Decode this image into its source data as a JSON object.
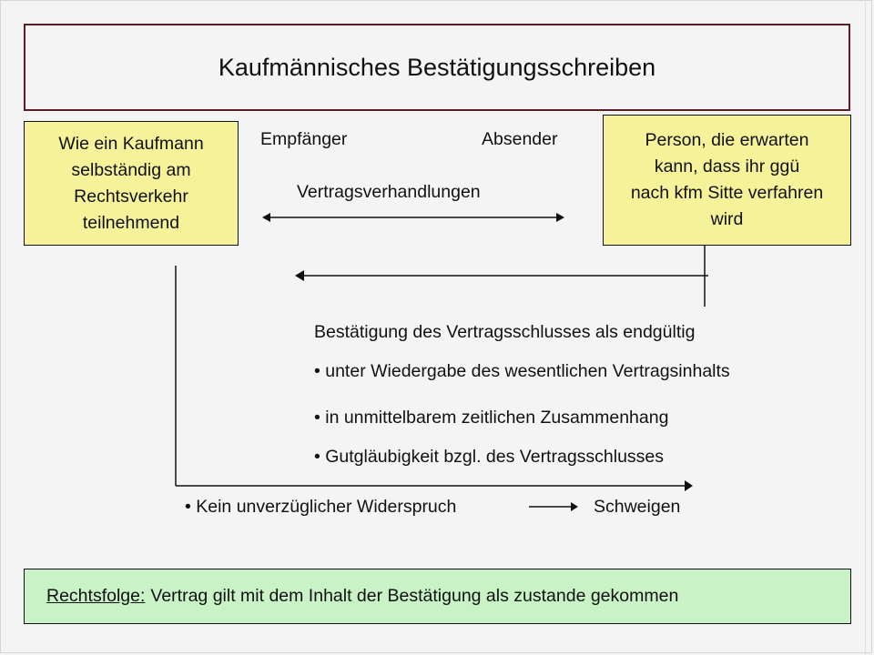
{
  "title": "Kaufmännisches Bestätigungsschreiben",
  "left_box": {
    "lines": [
      "Wie ein Kaufmann",
      "selbständig am",
      "Rechtsverkehr",
      "teilnehmend"
    ]
  },
  "right_box": {
    "lines": [
      "Person, die erwarten",
      "kann, dass ihr ggü",
      "nach kfm Sitte verfahren",
      "wird"
    ]
  },
  "labels": {
    "empfaenger": "Empfänger",
    "absender": "Absender",
    "vertragsverhandlungen": "Vertragsverhandlungen",
    "bestaetigung": "Bestätigung des Vertragsschlusses als endgültig",
    "schweigen": "Schweigen"
  },
  "conditions": [
    "• unter Wiedergabe des wesentlichen Vertragsinhalts",
    "• in unmittelbarem zeitlichen Zusammenhang",
    "• Gutgläubigkeit bzgl. des Vertragsschlusses"
  ],
  "reaction": "• Kein unverzüglicher Widerspruch",
  "result": {
    "label": "Rechtsfolge:",
    "text": "Vertrag gilt mit dem Inhalt der Bestätigung als zustande gekommen"
  },
  "colors": {
    "background": "#f4f4f4",
    "title_border": "#5a1f25",
    "party_box_fill": "#f5f29a",
    "result_box_fill": "#c9f2c7",
    "line": "#111111"
  }
}
